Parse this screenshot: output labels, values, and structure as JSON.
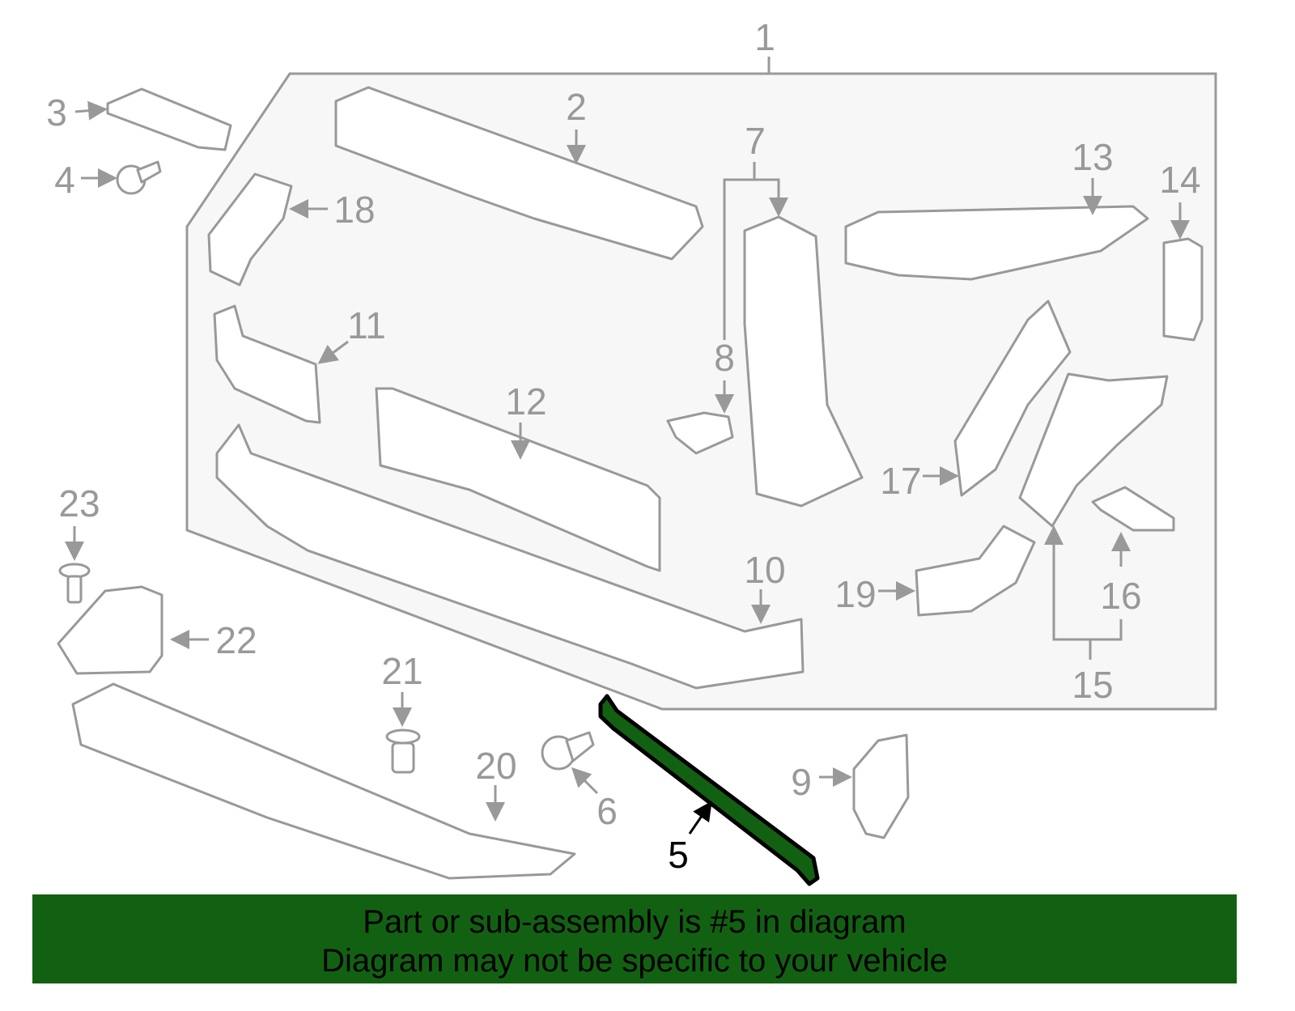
{
  "diagram": {
    "callouts": [
      "1",
      "2",
      "3",
      "4",
      "5",
      "6",
      "7",
      "8",
      "9",
      "10",
      "11",
      "12",
      "13",
      "14",
      "15",
      "16",
      "17",
      "18",
      "19",
      "20",
      "21",
      "22",
      "23"
    ],
    "highlighted_part": "5",
    "highlight_color": "#126112",
    "part_color": "#999999",
    "assembly_fill": "#f7f7f7"
  },
  "banner": {
    "line1": "Part or sub-assembly is #5 in diagram",
    "line2": "Diagram may not be specific to your vehicle",
    "background": "#126112"
  }
}
